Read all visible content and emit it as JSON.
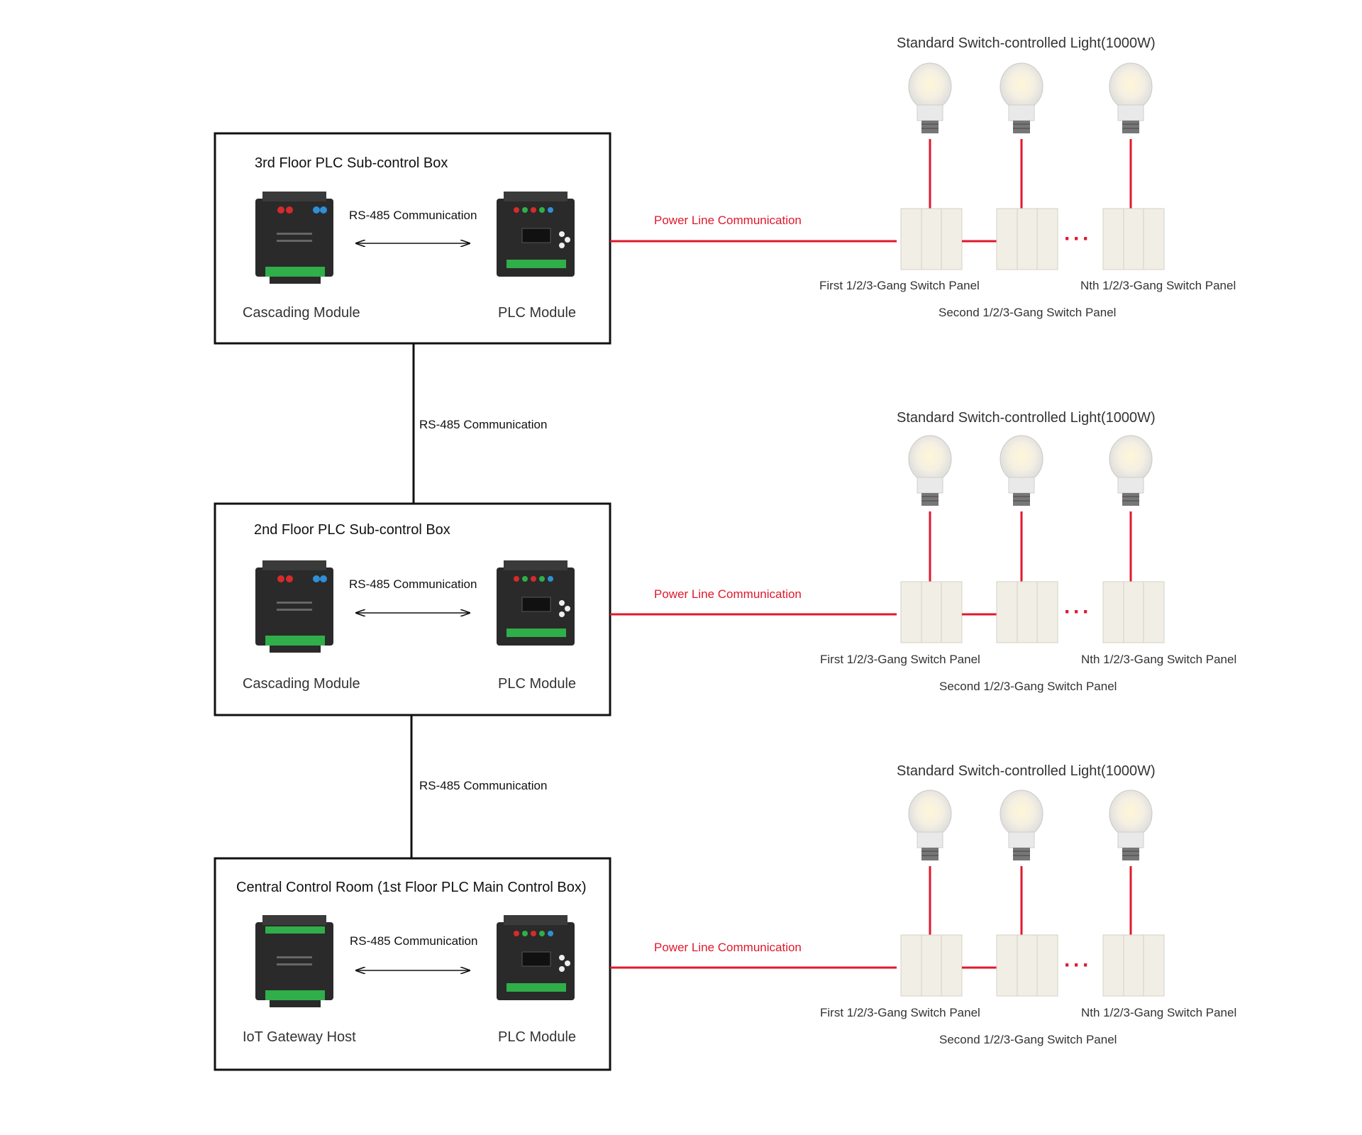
{
  "colors": {
    "line": "#111111",
    "power_line": "#e0182c",
    "device_body": "#2a2a2a",
    "terminal_green": "#2fae4a",
    "panel_fill": "#f1eee6"
  },
  "floors": [
    {
      "box_title": "3rd Floor PLC Sub-control Box",
      "left_module": "Cascading Module",
      "right_module": "PLC Module",
      "inner_link": "RS-485 Communication",
      "power_link": "Power Line Communication",
      "lights_title": "Standard Switch-controlled Light(1000W)",
      "first_panel": "First 1/2/3-Gang Switch Panel",
      "second_panel": "Second 1/2/3-Gang Switch Panel",
      "nth_panel": "Nth 1/2/3-Gang Switch Panel",
      "ellipsis": "···"
    },
    {
      "box_title": "2nd Floor PLC Sub-control Box",
      "left_module": "Cascading Module",
      "right_module": "PLC Module",
      "inner_link": "RS-485 Communication",
      "power_link": "Power Line Communication",
      "lights_title": "Standard Switch-controlled Light(1000W)",
      "first_panel": "First 1/2/3-Gang Switch Panel",
      "second_panel": "Second 1/2/3-Gang Switch Panel",
      "nth_panel": "Nth 1/2/3-Gang Switch Panel",
      "ellipsis": "···"
    },
    {
      "box_title": "Central Control Room (1st Floor PLC Main Control Box)",
      "left_module": "IoT Gateway Host",
      "right_module": "PLC Module",
      "inner_link": "RS-485 Communication",
      "power_link": "Power Line Communication",
      "lights_title": "Standard Switch-controlled Light(1000W)",
      "first_panel": "First 1/2/3-Gang Switch Panel",
      "second_panel": "Second 1/2/3-Gang Switch Panel",
      "nth_panel": "Nth 1/2/3-Gang Switch Panel",
      "ellipsis": "···"
    }
  ],
  "vertical_links": [
    {
      "label": "RS-485 Communication"
    },
    {
      "label": "RS-485 Communication"
    }
  ]
}
